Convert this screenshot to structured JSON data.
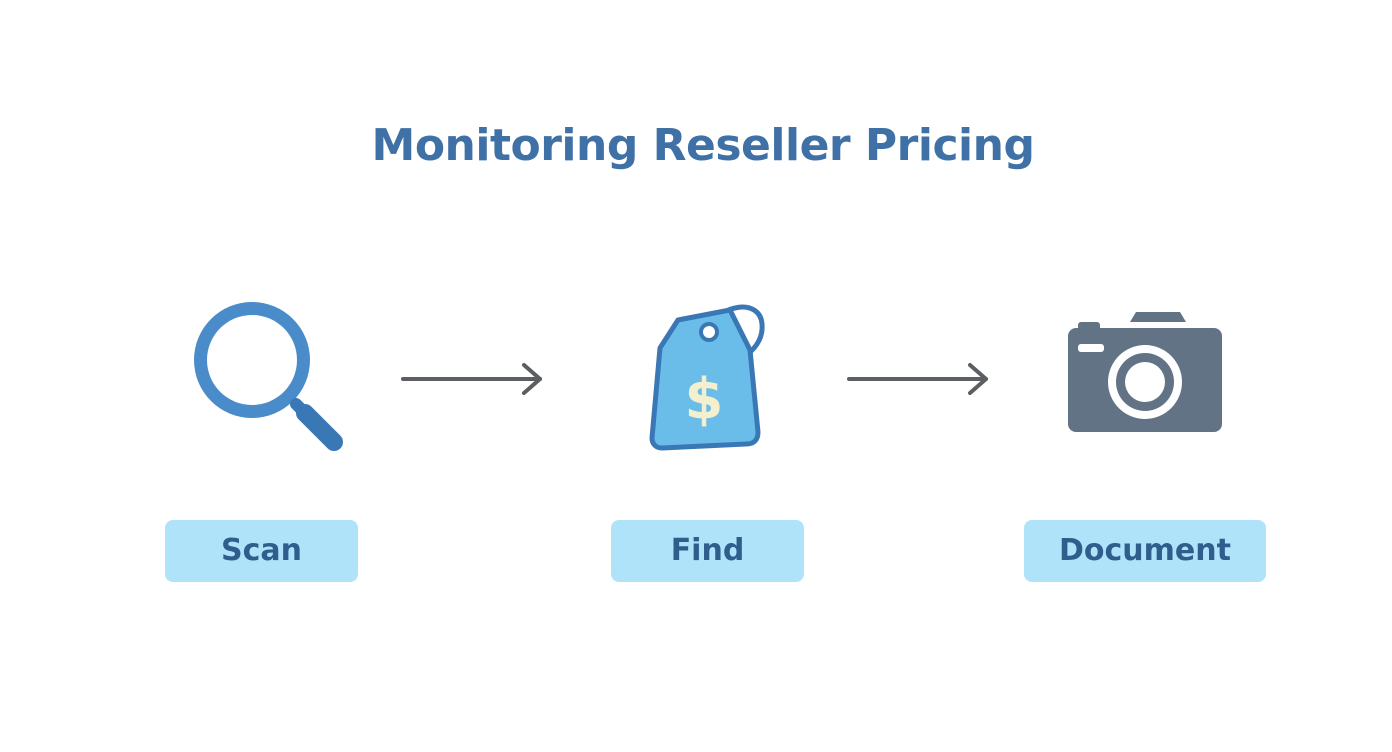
{
  "title": "Monitoring Reseller Pricing",
  "steps": [
    {
      "label": "Scan",
      "icon": "magnifying-glass-icon"
    },
    {
      "label": "Find",
      "icon": "price-tag-icon"
    },
    {
      "label": "Document",
      "icon": "camera-icon"
    }
  ],
  "colors": {
    "title": "#3f71a6",
    "label_background": "#aee3fa",
    "label_text": "#2f5d8c",
    "icon_blue": "#4a8cc9",
    "icon_dark_blue": "#3a78b5",
    "tag_fill": "#6bbde9",
    "dollar_sign": "#f4f0cf",
    "camera_gray": "#627385",
    "arrow_gray": "#5b5e63"
  }
}
